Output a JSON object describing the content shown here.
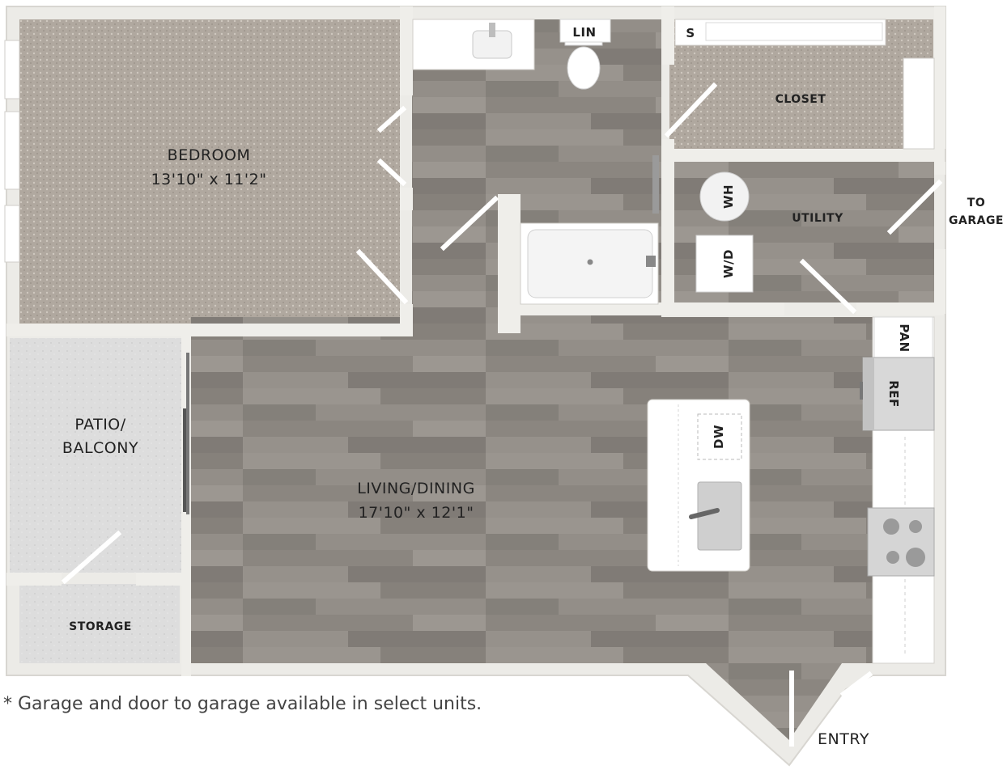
{
  "rooms": {
    "bedroom": {
      "name": "BEDROOM",
      "size": "13'10\" x 11'2\""
    },
    "living_dining": {
      "name": "LIVING/DINING",
      "size": "17'10\" x 12'1\""
    },
    "patio": {
      "line1": "PATIO/",
      "line2": "BALCONY"
    },
    "storage": "STORAGE",
    "closet": "CLOSET",
    "utility": "UTILITY",
    "to_garage": {
      "line1": "TO",
      "line2": "GARAGE"
    },
    "entry": "ENTRY"
  },
  "fixtures": {
    "linen": "LIN",
    "shelf": "S",
    "water_heater": "WH",
    "washer_dryer": "W/D",
    "pantry": "PAN",
    "refrigerator": "REF",
    "dishwasher": "DW"
  },
  "footnote": "* Garage and door to garage available in select units.",
  "colors": {
    "wood_floor": "#8f8a85",
    "carpet": "#b2aaa1",
    "patio_concrete": "#dcdcdc",
    "wall": "#efeeea",
    "counter": "#ffffff",
    "label": "#222222"
  }
}
